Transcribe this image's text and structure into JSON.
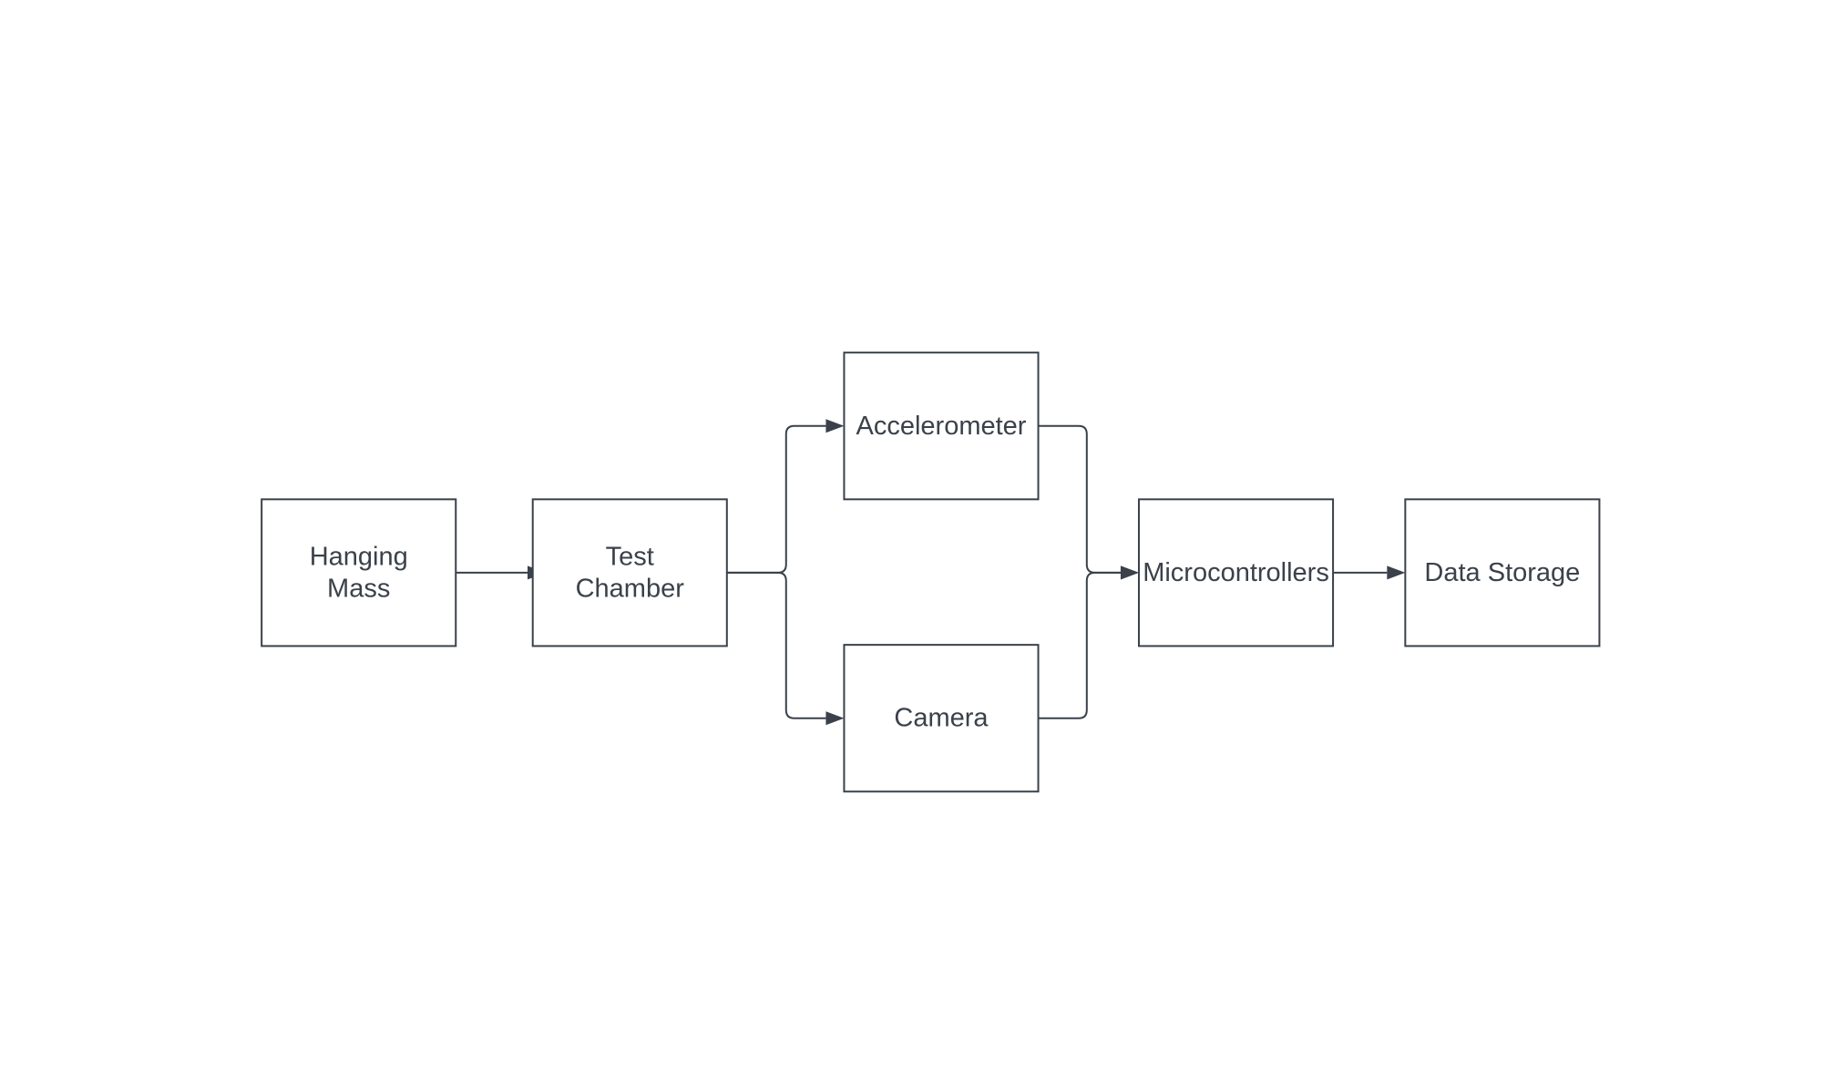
{
  "diagram": {
    "nodes": [
      {
        "id": "hanging-mass",
        "lines": [
          "Hanging",
          "Mass"
        ]
      },
      {
        "id": "test-chamber",
        "lines": [
          "Test",
          "Chamber"
        ]
      },
      {
        "id": "accelerometer",
        "lines": [
          "Accelerometer"
        ]
      },
      {
        "id": "camera",
        "lines": [
          "Camera"
        ]
      },
      {
        "id": "microcontrollers",
        "lines": [
          "Microcontrollers"
        ]
      },
      {
        "id": "data-storage",
        "lines": [
          "Data Storage"
        ]
      }
    ],
    "edges": [
      {
        "from": "hanging-mass",
        "to": "test-chamber"
      },
      {
        "from": "test-chamber",
        "to": "accelerometer"
      },
      {
        "from": "test-chamber",
        "to": "camera"
      },
      {
        "from": "accelerometer",
        "to": "microcontrollers"
      },
      {
        "from": "camera",
        "to": "microcontrollers"
      },
      {
        "from": "microcontrollers",
        "to": "data-storage"
      }
    ],
    "colors": {
      "stroke": "#3a414a",
      "text": "#3a414a",
      "background": "#ffffff"
    }
  }
}
